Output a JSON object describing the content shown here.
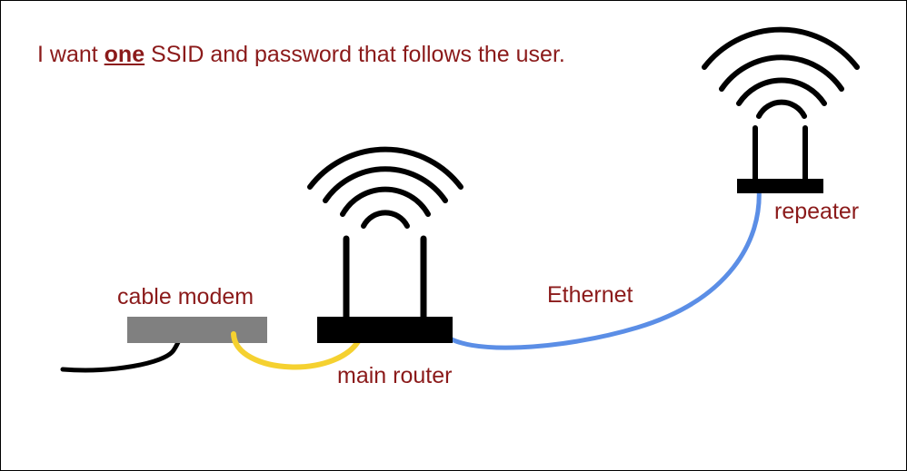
{
  "headline": {
    "before": "I want ",
    "emphasis": "one",
    "after": " SSID and password that follows the user."
  },
  "devices": {
    "cable_modem": "cable modem",
    "main_router": "main router",
    "repeater": "repeater"
  },
  "links": {
    "ethernet": "Ethernet"
  },
  "colors": {
    "text": "#8b1a1a",
    "modem_body": "#808080",
    "device_body": "#000000",
    "coax_cable": "#000000",
    "modem_router_cable": "#f5d130",
    "ethernet_cable": "#5b8ee6"
  }
}
